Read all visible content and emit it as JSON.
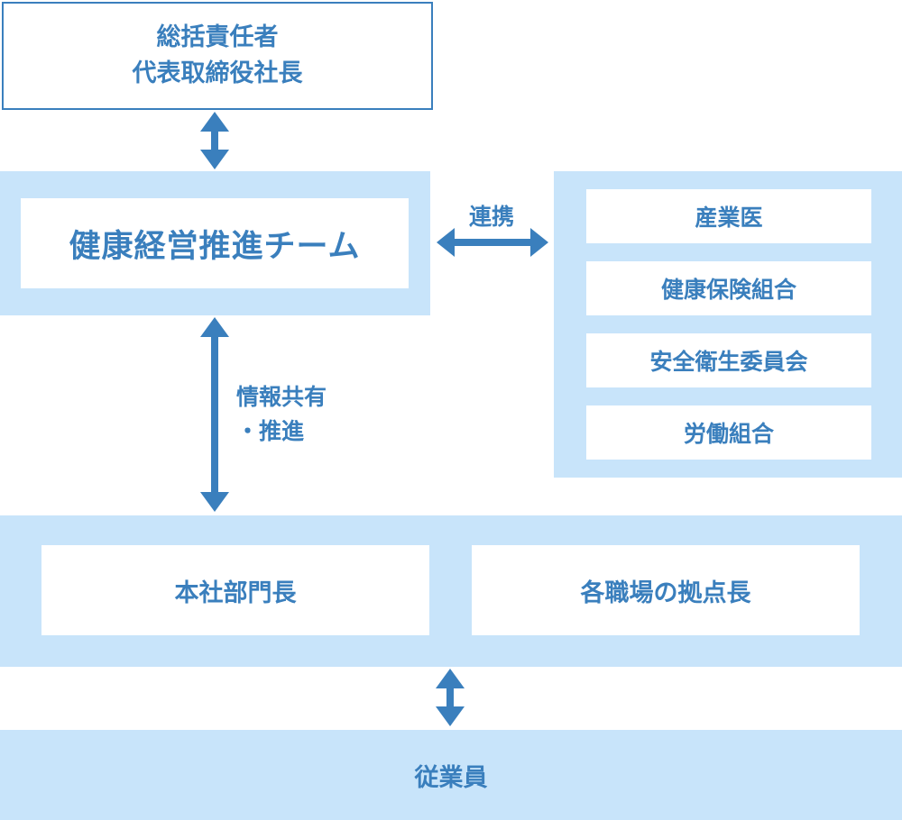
{
  "top": {
    "line1": "総括責任者",
    "line2": "代表取締役社長"
  },
  "team": {
    "label": "健康経営推進チーム"
  },
  "link_label": "連携",
  "partners": [
    "産業医",
    "健康保険組合",
    "安全衛生委員会",
    "労働組合"
  ],
  "share_label": {
    "line1": "情報共有",
    "line2": "・推進"
  },
  "managers": {
    "left": "本社部門長",
    "right": "各職場の拠点長"
  },
  "employees": {
    "label": "従業員"
  },
  "colors": {
    "accent": "#3a7fbd",
    "panel": "#c8e4fa",
    "background": "#ffffff"
  }
}
